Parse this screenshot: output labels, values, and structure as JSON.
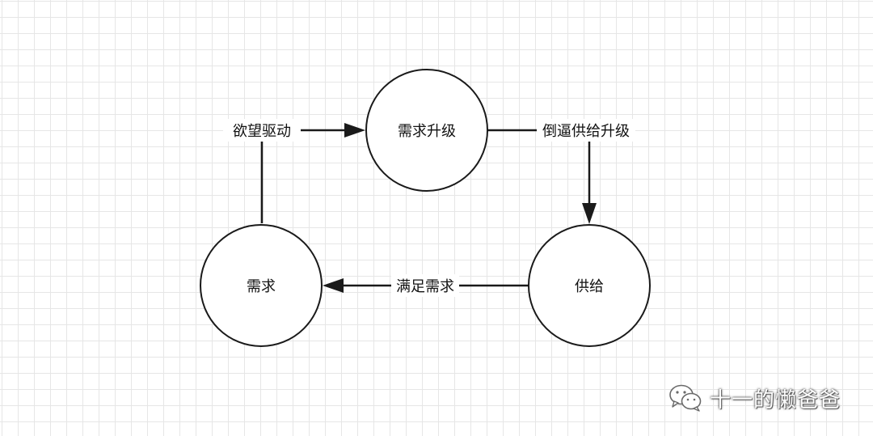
{
  "nodes": {
    "upgrade": "需求升级",
    "demand": "需求",
    "supply": "供给"
  },
  "edges": {
    "desire": "欲望驱动",
    "force": "倒逼供给升级",
    "satisfy": "满足需求"
  },
  "watermark": {
    "icon": "wechat-icon",
    "text": "十一的懒爸爸"
  },
  "colors": {
    "stroke": "#1a1a1a",
    "grid": "#e6e6e6",
    "background": "#ffffff"
  }
}
